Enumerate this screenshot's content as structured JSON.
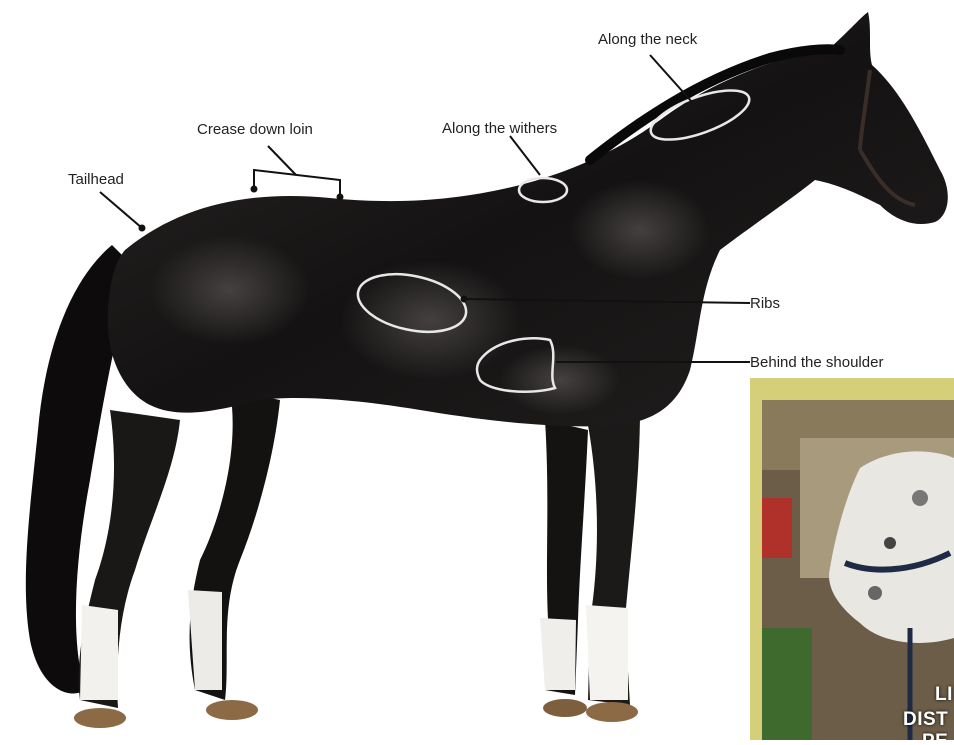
{
  "labels": {
    "tailhead": "Tailhead",
    "crease_down_loin": "Crease down loin",
    "along_the_withers": "Along the withers",
    "along_the_neck": "Along the neck",
    "ribs": "Ribs",
    "behind_the_shoulder": "Behind the shoulder"
  },
  "inset": {
    "line1": "LI",
    "line2": "DIST",
    "line3": "PE"
  },
  "colors": {
    "background": "#ffffff",
    "horse_body": "#1c1a1a",
    "marker_outline": "#e8e8e8",
    "leader_line": "#111111",
    "inset_border": "#d6cf7a"
  }
}
